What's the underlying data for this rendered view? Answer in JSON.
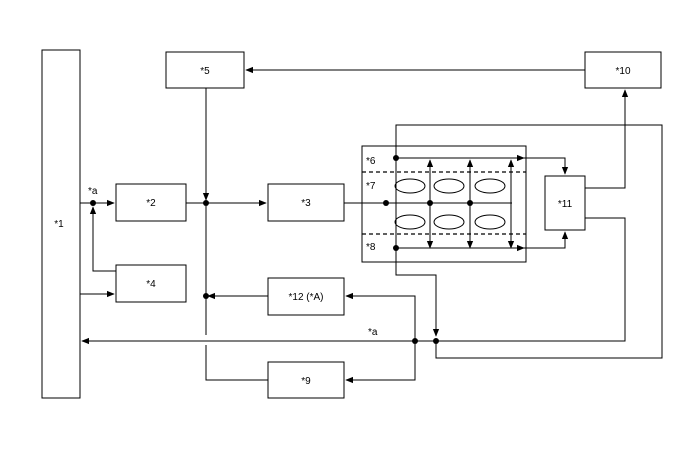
{
  "diagram": {
    "components": {
      "c1": "*1",
      "c2": "*2",
      "c3": "*3",
      "c4": "*4",
      "c5": "*5",
      "c6": "*6",
      "c7": "*7",
      "c8": "*8",
      "c9": "*9",
      "c10": "*10",
      "c11": "*11",
      "c12": "*12 (*A)"
    },
    "callouts": {
      "a_upper": "*a",
      "a_lower": "*a"
    }
  }
}
